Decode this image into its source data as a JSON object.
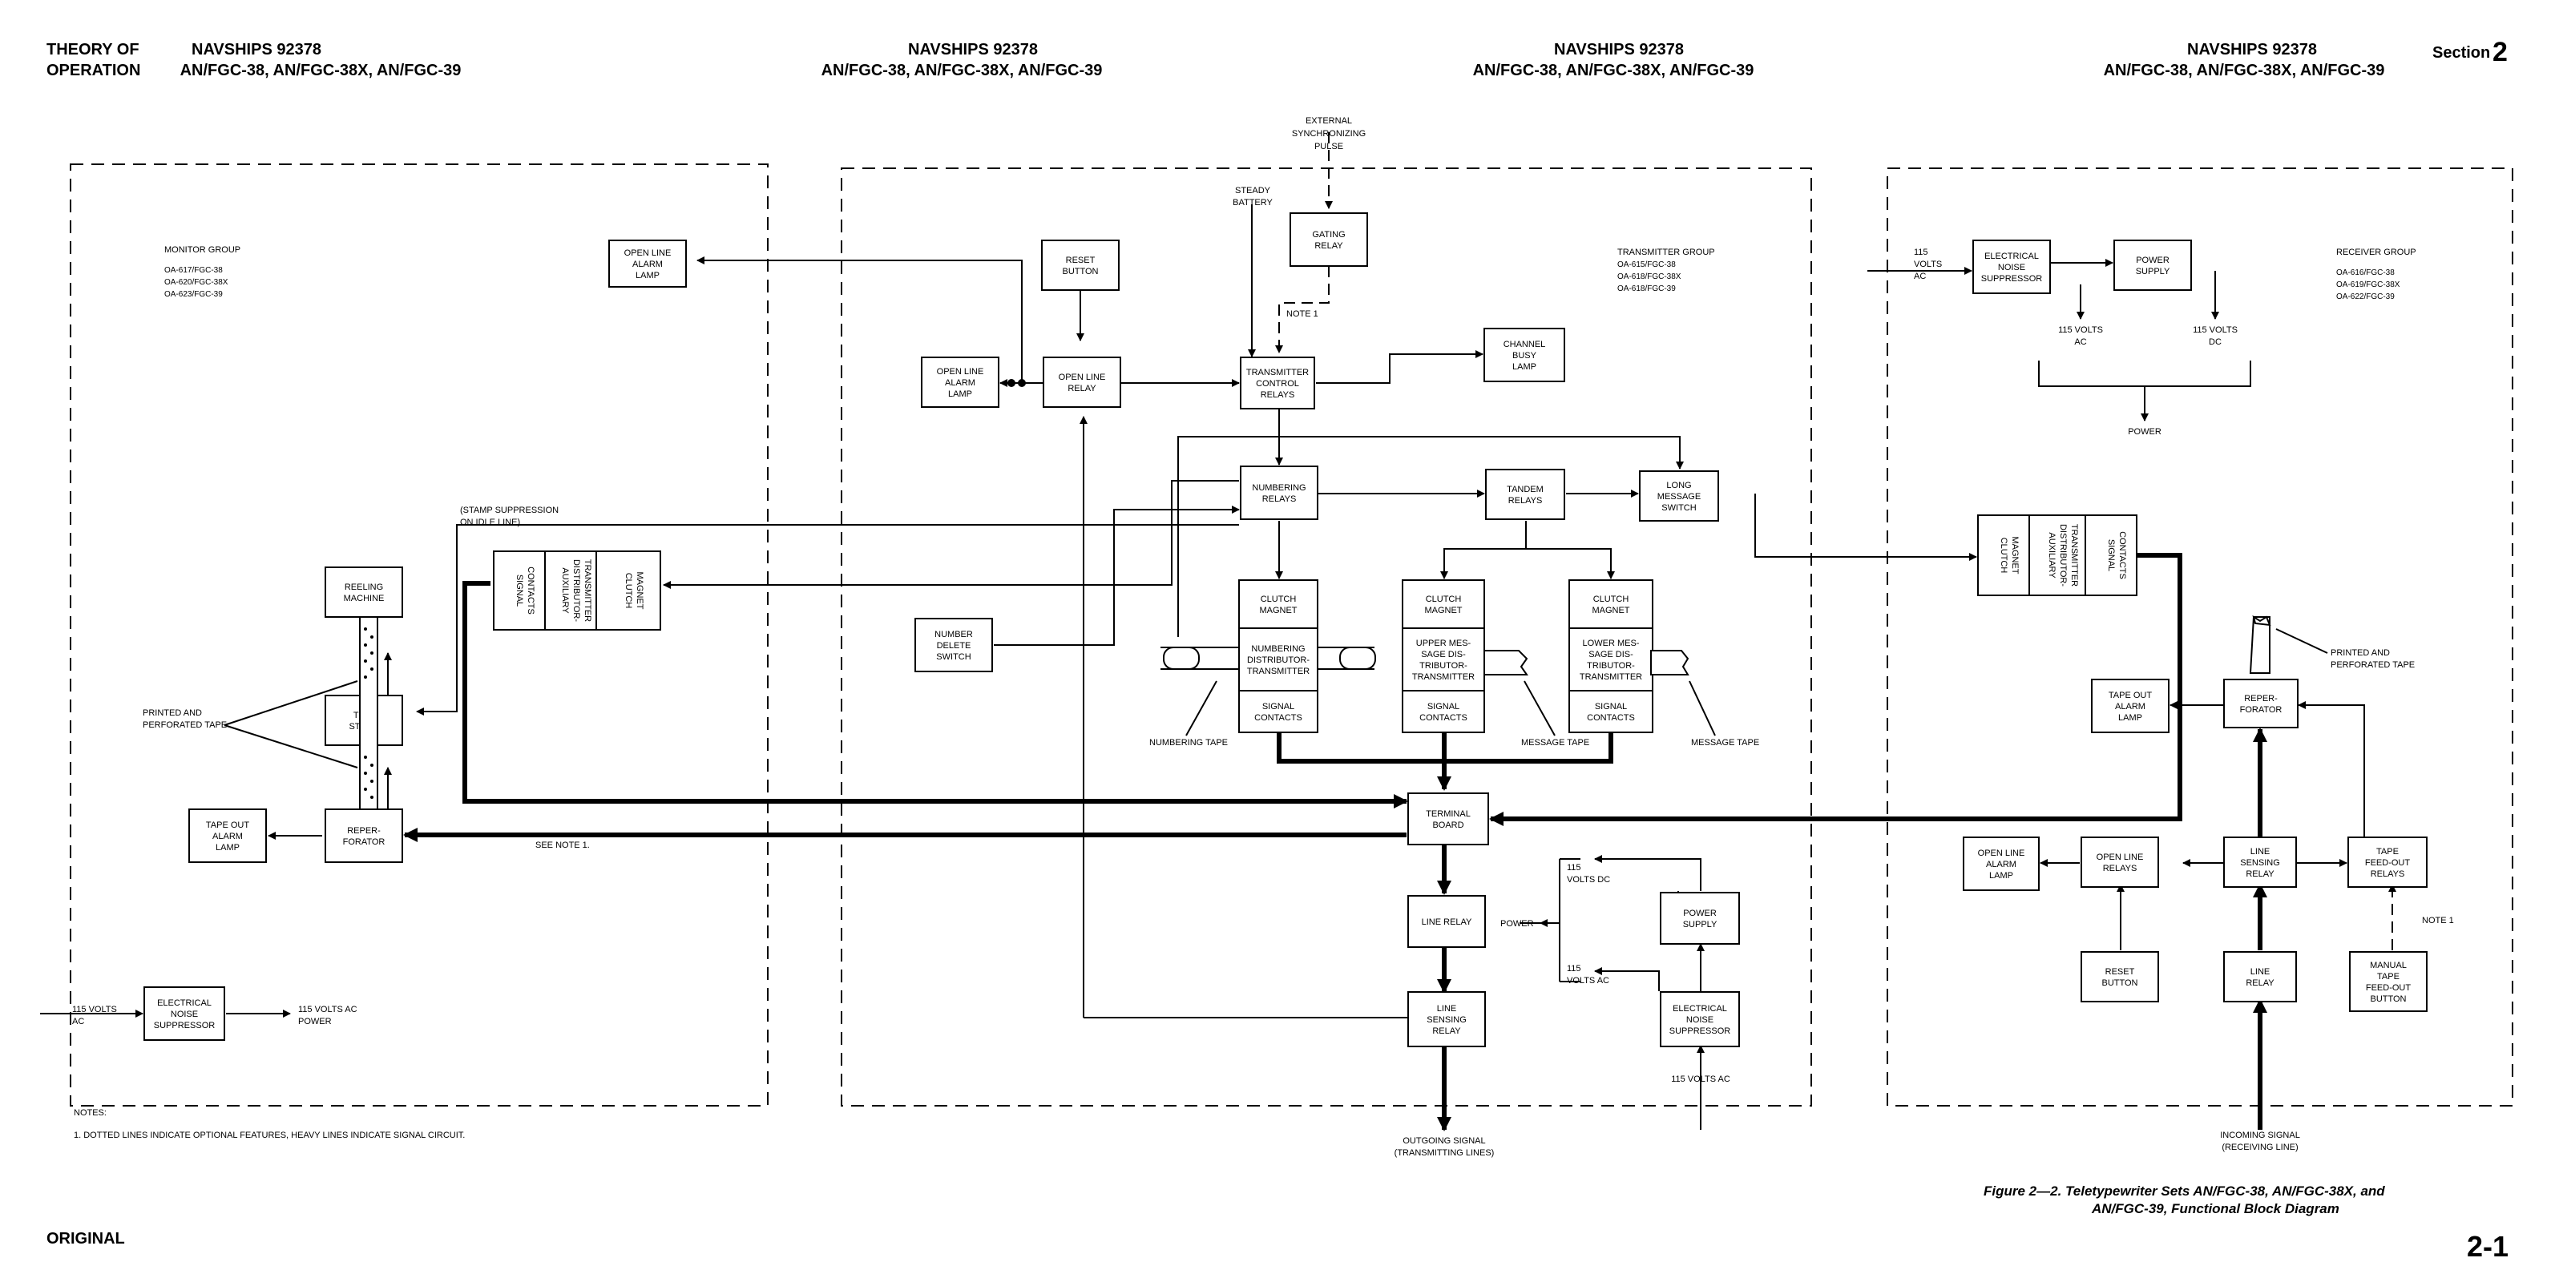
{
  "header": {
    "left_line1": "THEORY OF",
    "left_line2": "OPERATION",
    "doc_number": "NAVSHIPS 92378",
    "doc_models": "AN/FGC-38, AN/FGC-38X, AN/FGC-39",
    "section_label": "Section",
    "section_number": "2"
  },
  "footer": {
    "original": "ORIGINAL",
    "page_number": "2-1",
    "caption_line1": "Figure 2—2.   Teletypewriter Sets AN/FGC-38, AN/FGC-38X, and",
    "caption_line2": "AN/FGC-39, Functional Block Diagram"
  },
  "notes": {
    "title": "NOTES:",
    "note1": "1.  DOTTED LINES INDICATE OPTIONAL FEATURES, HEAVY LINES INDICATE SIGNAL CIRCUIT."
  },
  "groups": {
    "monitor": [
      "MONITOR GROUP",
      "OA-617/FGC-38",
      "OA-620/FGC-38X",
      "OA-623/FGC-39"
    ],
    "transmitter": [
      "TRANSMITTER GROUP",
      "OA-615/FGC-38",
      "OA-618/FGC-38X",
      "OA-618/FGC-39"
    ],
    "receiver": [
      "RECEIVER GROUP",
      "OA-616/FGC-38",
      "OA-619/FGC-38X",
      "OA-622/FGC-39"
    ]
  },
  "boxes": {
    "mon_reeling": [
      "REELING",
      "MACHINE"
    ],
    "mon_time_stamp": [
      "TIME",
      "STAMP"
    ],
    "mon_reperforator": [
      "REPER-",
      "FORATOR"
    ],
    "mon_tape_out_alarm": [
      "TAPE OUT",
      "ALARM",
      "LAMP"
    ],
    "mon_noise_suppressor": [
      "ELECTRICAL",
      "NOISE",
      "SUPPRESSOR"
    ],
    "mon_signal_contacts": [
      "SIGNAL",
      "CONTACTS"
    ],
    "mon_aux_distributor": [
      "AUXILIARY",
      "DISTRIBUTOR-",
      "TRANSMITTER"
    ],
    "mon_clutch_magnet": [
      "CLUTCH",
      "MAGNET"
    ],
    "tx_open_line_alarm_top": [
      "OPEN LINE",
      "ALARM",
      "LAMP"
    ],
    "tx_reset_button": [
      "RESET",
      "BUTTON"
    ],
    "tx_open_line_alarm": [
      "OPEN LINE",
      "ALARM",
      "LAMP"
    ],
    "tx_open_line_relay": [
      "OPEN LINE",
      "RELAY"
    ],
    "tx_gating_relay": [
      "GATING",
      "RELAY"
    ],
    "tx_control_relays": [
      "TRANSMITTER",
      "CONTROL",
      "RELAYS"
    ],
    "tx_channel_busy": [
      "CHANNEL",
      "BUSY",
      "LAMP"
    ],
    "tx_numbering_relays": [
      "NUMBERING",
      "RELAYS"
    ],
    "tx_tandem_relays": [
      "TANDEM",
      "RELAYS"
    ],
    "tx_long_message": [
      "LONG",
      "MESSAGE",
      "SWITCH"
    ],
    "tx_number_delete": [
      "NUMBER",
      "DELETE",
      "SWITCH"
    ],
    "tx_num_clutch": [
      "CLUTCH",
      "MAGNET"
    ],
    "tx_num_distributor": [
      "NUMBERING",
      "DISTRIBUTOR-",
      "TRANSMITTER"
    ],
    "tx_num_contacts": [
      "SIGNAL",
      "CONTACTS"
    ],
    "tx_upper_clutch": [
      "CLUTCH",
      "MAGNET"
    ],
    "tx_upper_distributor": [
      "UPPER MES-",
      "SAGE DIS-",
      "TRIBUTOR-",
      "TRANSMITTER"
    ],
    "tx_upper_contacts": [
      "SIGNAL",
      "CONTACTS"
    ],
    "tx_lower_clutch": [
      "CLUTCH",
      "MAGNET"
    ],
    "tx_lower_distributor": [
      "LOWER MES-",
      "SAGE DIS-",
      "TRIBUTOR-",
      "TRANSMITTER"
    ],
    "tx_lower_contacts": [
      "SIGNAL",
      "CONTACTS"
    ],
    "tx_terminal_board": [
      "TERMINAL",
      "BOARD"
    ],
    "tx_line_relay": [
      "LINE RELAY"
    ],
    "tx_line_sensing": [
      "LINE",
      "SENSING",
      "RELAY"
    ],
    "tx_power_supply": [
      "POWER",
      "SUPPLY"
    ],
    "tx_noise_suppressor": [
      "ELECTRICAL",
      "NOISE",
      "SUPPRESSOR"
    ],
    "rx_noise_suppressor": [
      "ELECTRICAL",
      "NOISE",
      "SUPPRESSOR"
    ],
    "rx_power_supply": [
      "POWER",
      "SUPPLY"
    ],
    "rx_clutch_magnet": [
      "CLUTCH",
      "MAGNET"
    ],
    "rx_aux_distributor": [
      "AUXILIARY",
      "DISTRIBUTOR-",
      "TRANSMITTER"
    ],
    "rx_signal_contacts": [
      "SIGNAL",
      "CONTACTS"
    ],
    "rx_tape_out_alarm": [
      "TAPE OUT",
      "ALARM",
      "LAMP"
    ],
    "rx_reperforator": [
      "REPER-",
      "FORATOR"
    ],
    "rx_open_line_alarm": [
      "OPEN LINE",
      "ALARM",
      "LAMP"
    ],
    "rx_open_line_relays": [
      "OPEN LINE",
      "RELAYS"
    ],
    "rx_line_sensing": [
      "LINE",
      "SENSING",
      "RELAY"
    ],
    "rx_tape_feed_out": [
      "TAPE",
      "FEED-OUT",
      "RELAYS"
    ],
    "rx_reset_button": [
      "RESET",
      "BUTTON"
    ],
    "rx_line_relay": [
      "LINE",
      "RELAY"
    ],
    "rx_manual_tape": [
      "MANUAL",
      "TAPE",
      "FEED-OUT",
      "BUTTON"
    ]
  },
  "labels": {
    "external_sync": [
      "EXTERNAL",
      "SYNCHRONIZING",
      "PULSE"
    ],
    "steady_battery": [
      "STEADY",
      "BATTERY"
    ],
    "note1": "NOTE 1",
    "stamp_suppression": [
      "(STAMP SUPPRESSION",
      "ON IDLE LINE)"
    ],
    "printed_tape_left": [
      "PRINTED AND",
      "PERFORATED TAPE"
    ],
    "printed_tape_right": [
      "PRINTED AND",
      "PERFORATED TAPE"
    ],
    "see_note1": "SEE NOTE 1.",
    "numbering_tape": "NUMBERING TAPE",
    "message_tape_1": "MESSAGE TAPE",
    "message_tape_2": "MESSAGE TAPE",
    "power_tx": "POWER",
    "tx_115_dc": [
      "115",
      "VOLTS DC"
    ],
    "tx_115_ac": [
      "115",
      "VOLTS AC"
    ],
    "tx_115_ac_in": "115 VOLTS AC",
    "outgoing": [
      "OUTGOING SIGNAL",
      "(TRANSMITTING LINES)"
    ],
    "mon_115_in": [
      "115 VOLTS",
      "AC"
    ],
    "mon_115_out": [
      "115 VOLTS AC",
      "POWER"
    ],
    "rx_115_in": [
      "115",
      "VOLTS",
      "AC"
    ],
    "rx_115_ac": [
      "115 VOLTS",
      "AC"
    ],
    "rx_115_dc": [
      "115 VOLTS",
      "DC"
    ],
    "rx_power": "POWER",
    "incoming": [
      "INCOMING SIGNAL",
      "(RECEIVING LINE)"
    ],
    "rx_note1": "NOTE 1"
  }
}
